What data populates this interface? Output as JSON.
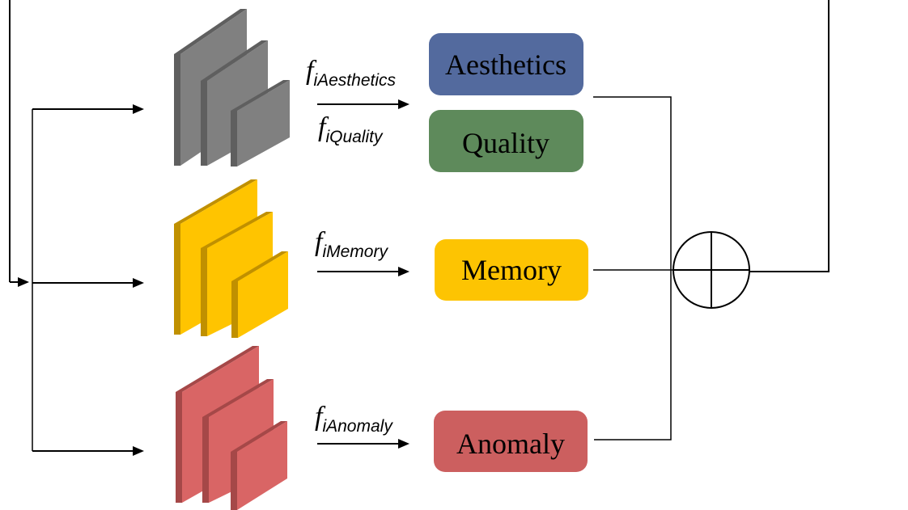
{
  "colors": {
    "aesthetics_box": "#536a9e",
    "quality_box": "#5e8a5b",
    "memory_box": "#fdc402",
    "anomaly_box": "#cc5f5f",
    "gray_front": "#808080",
    "gray_side": "#5f5f5f",
    "yellow_front": "#ffc400",
    "yellow_side": "#c09000",
    "red_front": "#d96565",
    "red_side": "#a54848",
    "line": "#000000"
  },
  "boxes": {
    "aesthetics": "Aesthetics",
    "quality": "Quality",
    "memory": "Memory",
    "anomaly": "Anomaly"
  },
  "features": {
    "aesthetics": {
      "f": "f",
      "sub": "iAesthetics"
    },
    "quality": {
      "f": "f",
      "sub": "iQuality"
    },
    "memory": {
      "f": "f",
      "sub": "iMemory"
    },
    "anomaly": {
      "f": "f",
      "sub": "iAnomaly"
    }
  },
  "icons": {
    "combine": "circle-plus-icon",
    "gray_stack": "gray-feature-stack-icon",
    "yellow_stack": "yellow-feature-stack-icon",
    "red_stack": "red-feature-stack-icon"
  }
}
